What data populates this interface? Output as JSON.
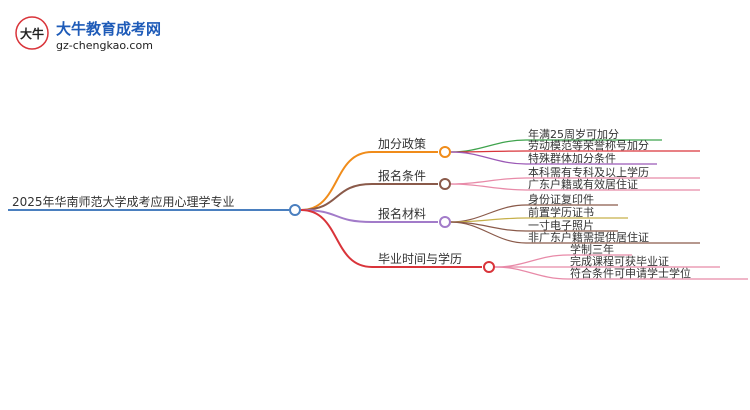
{
  "logo": {
    "title": "大牛教育成考网",
    "url": "gz-chengkao.com",
    "mark_text": "大牛"
  },
  "root": {
    "label": "2025年华南师范大学成考应用心理学专业",
    "color": "#4a7fbf"
  },
  "branches": [
    {
      "label": "加分政策",
      "color": "#f08c1a",
      "children": [
        {
          "label": "年满25周岁可加分",
          "color": "#3fa34d"
        },
        {
          "label": "劳动模范等荣誉称号加分",
          "color": "#d9343a"
        },
        {
          "label": "特殊群体加分条件",
          "color": "#9b59b6"
        }
      ]
    },
    {
      "label": "报名条件",
      "color": "#8a5a4a",
      "children": [
        {
          "label": "本科需有专科及以上学历",
          "color": "#e88aa8"
        },
        {
          "label": "广东户籍或有效居住证",
          "color": "#e88aa8"
        }
      ]
    },
    {
      "label": "报名材料",
      "color": "#a27bc9",
      "children": [
        {
          "label": "身份证复印件",
          "color": "#8a5a4a"
        },
        {
          "label": "前置学历证书",
          "color": "#c6b04a"
        },
        {
          "label": "一寸电子照片",
          "color": "#8a5a4a"
        },
        {
          "label": "非广东户籍需提供居住证",
          "color": "#8a5a4a"
        }
      ]
    },
    {
      "label": "毕业时间与学历",
      "color": "#d9343a",
      "children": [
        {
          "label": "学制三年",
          "color": "#e88aa8"
        },
        {
          "label": "完成课程可获毕业证",
          "color": "#e88aa8"
        },
        {
          "label": "符合条件可申请学士学位",
          "color": "#e88aa8"
        }
      ]
    }
  ]
}
